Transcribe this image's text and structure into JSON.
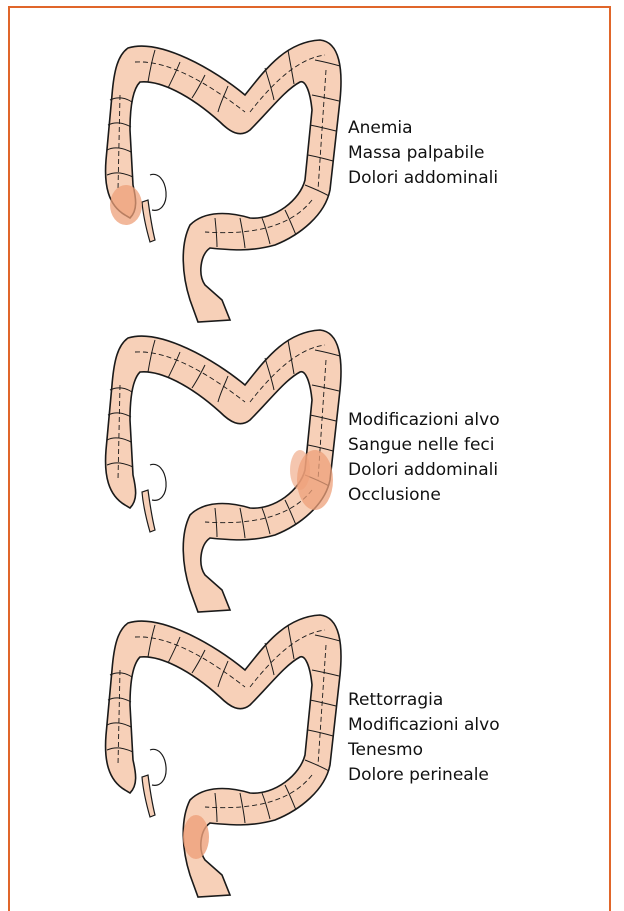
{
  "colors": {
    "frame": "#e0662a",
    "colon_fill": "#f7d0b8",
    "colon_stroke": "#1a1a1a",
    "lesion": "#eea07a"
  },
  "panels": [
    {
      "lesion_site": "right colon",
      "symptoms": [
        "Anemia",
        "Massa palpabile",
        "Dolori addominali"
      ]
    },
    {
      "lesion_site": "left colon",
      "symptoms": [
        "Modificazioni alvo",
        "Sangue nelle feci",
        "Dolori addominali",
        "Occlusione"
      ]
    },
    {
      "lesion_site": "rectum",
      "symptoms": [
        "Rettorragia",
        "Modificazioni alvo",
        "Tenesmo",
        "Dolore perineale"
      ]
    }
  ]
}
